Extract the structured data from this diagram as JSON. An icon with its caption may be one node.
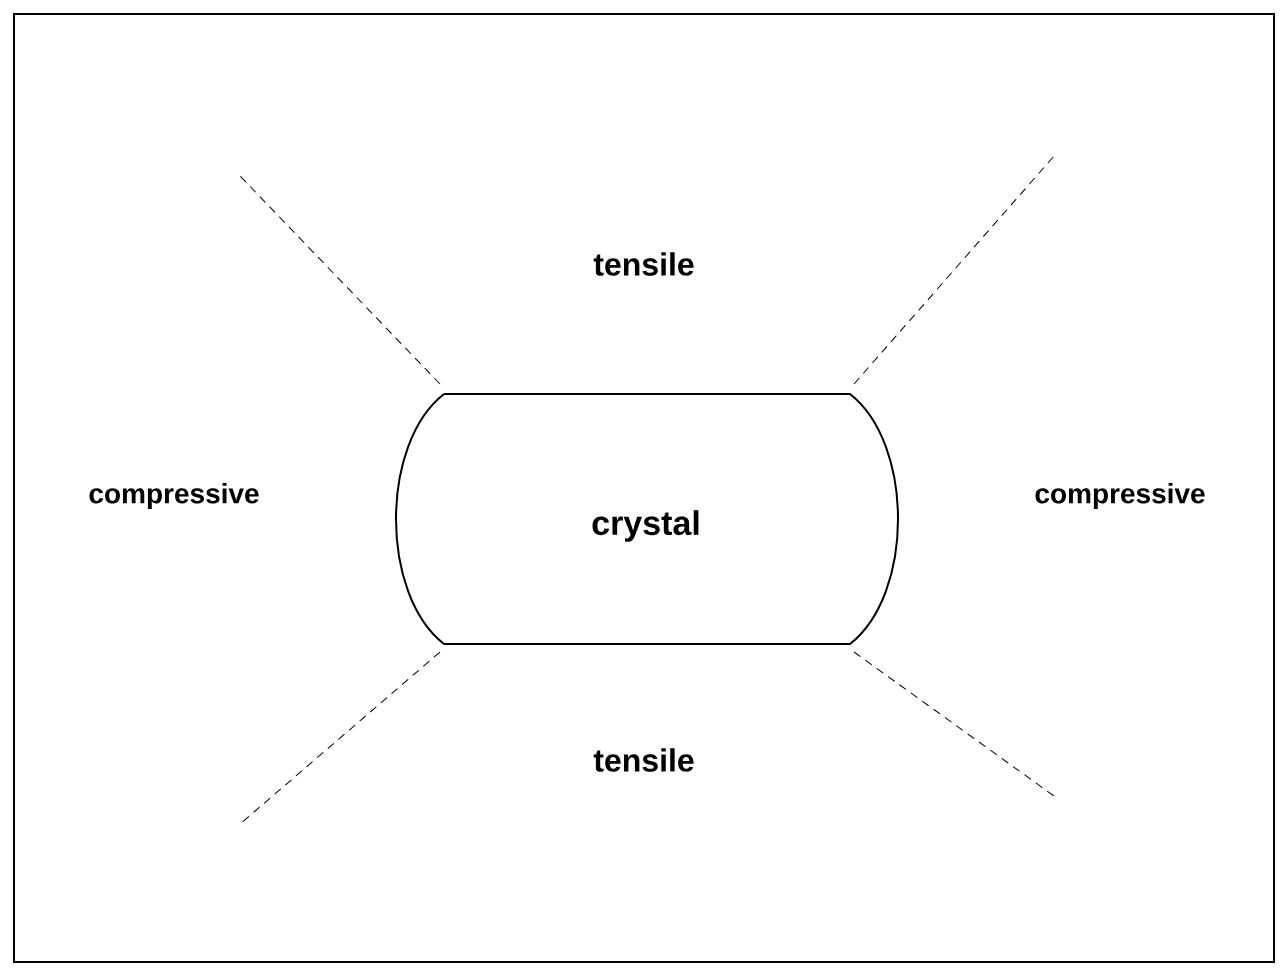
{
  "diagram": {
    "nodes": [
      {
        "text": [
          "crystal"
        ]
      }
    ],
    "labels": [
      "tensile",
      "compressive",
      "compressive",
      "tensile"
    ]
  }
}
